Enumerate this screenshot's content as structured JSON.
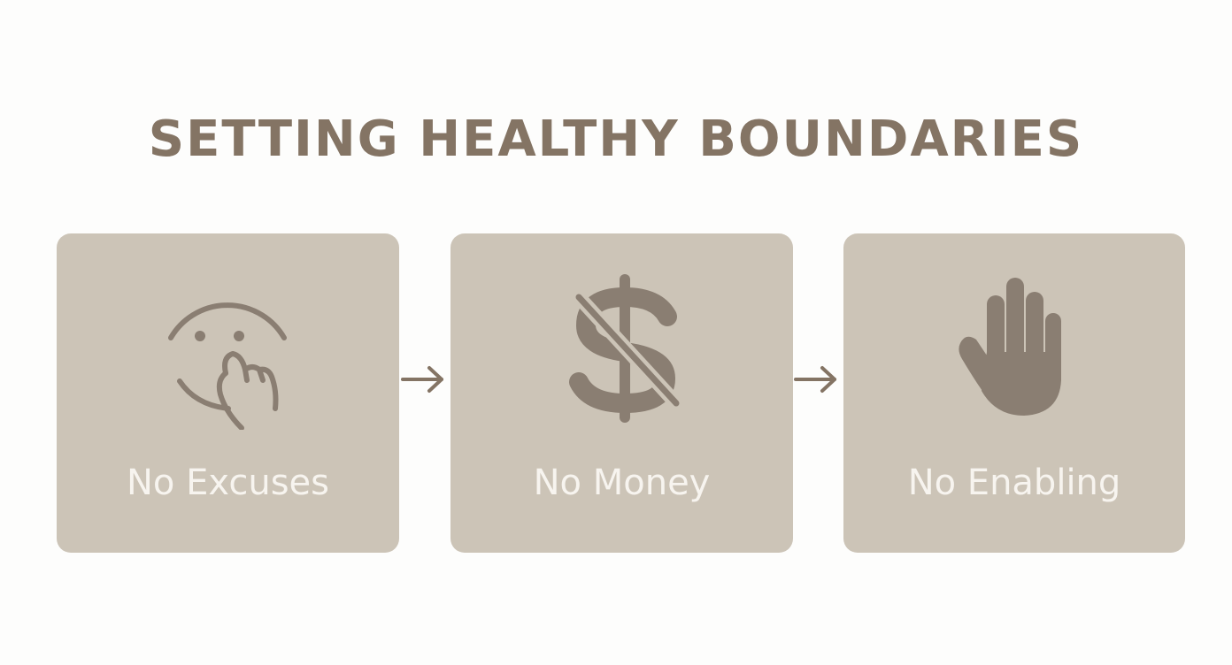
{
  "title": "SETTING HEALTHY BOUNDARIES",
  "colors": {
    "background": "#fdfdfc",
    "title": "#847464",
    "card": "#ccc4b7",
    "icon": "#8a7e72",
    "label": "#f7f4ef",
    "arrow": "#847464"
  },
  "steps": [
    {
      "label": "No Excuses",
      "icon": "shushing-face-icon"
    },
    {
      "label": "No Money",
      "icon": "no-dollar-icon"
    },
    {
      "label": "No Enabling",
      "icon": "stop-hand-icon"
    }
  ]
}
